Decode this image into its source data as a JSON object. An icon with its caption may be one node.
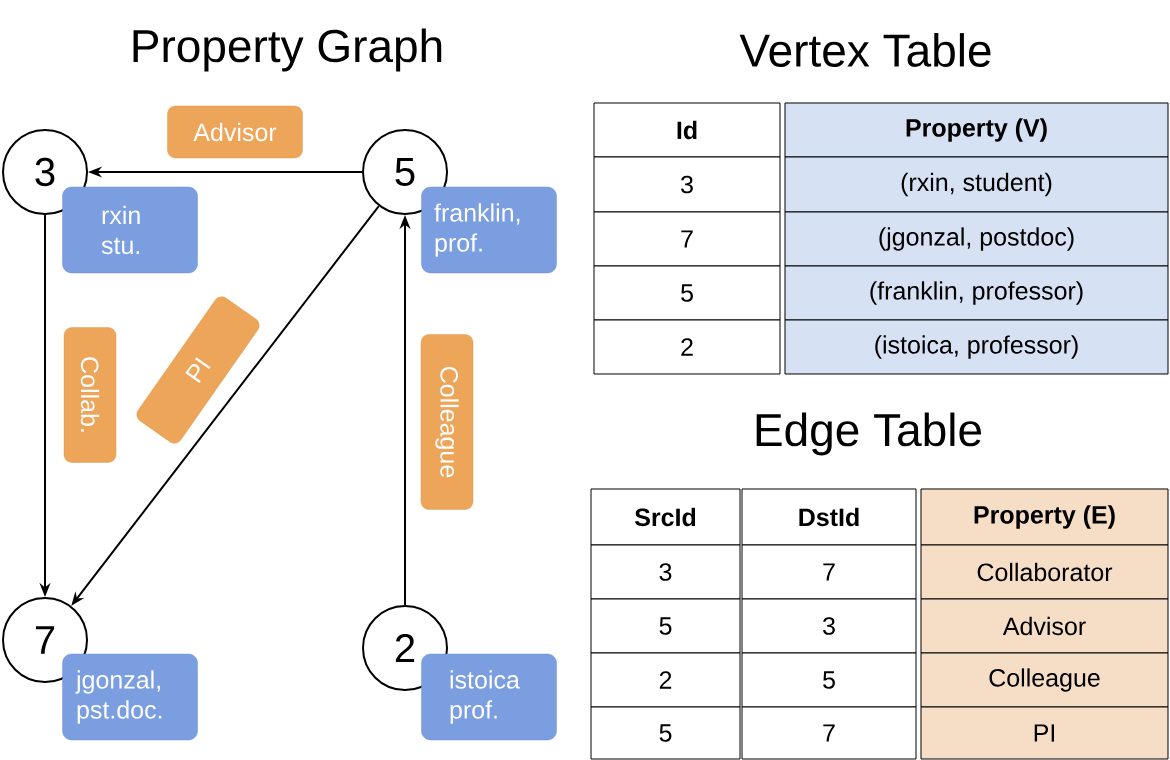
{
  "diagram": {
    "title": "Property Graph",
    "nodes": [
      {
        "text": [
          "3"
        ]
      },
      {
        "text": [
          "5"
        ]
      },
      {
        "text": [
          "7"
        ]
      },
      {
        "text": [
          "2"
        ]
      },
      {
        "text": [
          "rxin stu."
        ]
      },
      {
        "text": [
          "franklin, prof."
        ]
      },
      {
        "text": [
          "jgonzal, pst.doc."
        ]
      },
      {
        "text": [
          "istoica prof."
        ]
      }
    ],
    "edges": [
      {
        "from": 1,
        "to": 0,
        "arrow": "to",
        "label": "Advisor"
      },
      {
        "from": 0,
        "to": 2,
        "arrow": "to",
        "label": "Collab."
      },
      {
        "from": 1,
        "to": 2,
        "arrow": "to",
        "label": "PI"
      },
      {
        "from": 3,
        "to": 1,
        "arrow": "to",
        "label": "Colleague"
      }
    ],
    "labels": [
      "Vertex Table",
      "Id",
      "Property (V)",
      "3",
      "(rxin, student)",
      "7",
      "(jgonzal, postdoc)",
      "5",
      "(franklin, professor)",
      "2",
      "(istoica, professor)",
      "Edge Table",
      "SrcId",
      "DstId",
      "Property (E)",
      "3",
      "7",
      "Collaborator",
      "5",
      "3",
      "Advisor",
      "2",
      "5",
      "Colleague",
      "5",
      "7",
      "PI"
    ]
  }
}
